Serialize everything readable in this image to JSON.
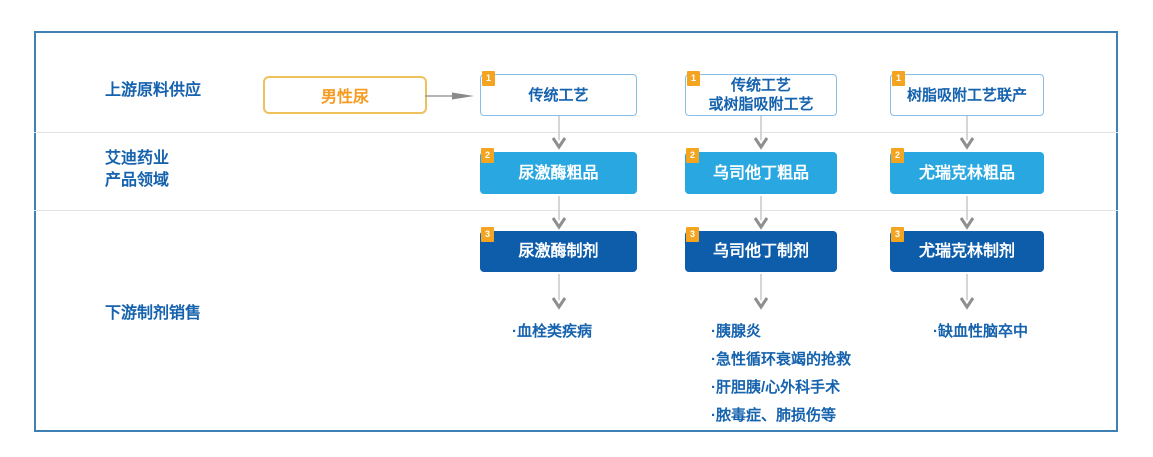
{
  "row_labels": {
    "upstream": "上游原料供应",
    "company": [
      "艾迪药业",
      "产品领域"
    ],
    "downstream": "下游制剂销售"
  },
  "source": {
    "label": "男性尿"
  },
  "badges": {
    "row1": "1",
    "row2": "2",
    "row3": "3"
  },
  "columns": [
    {
      "process_line1": "传统工艺",
      "crude": "尿激酶粗品",
      "formulation": "尿激酶制剂",
      "indications": [
        "·血栓类疾病"
      ]
    },
    {
      "process_line1": "传统工艺",
      "process_line2": "或树脂吸附工艺",
      "crude": "乌司他丁粗品",
      "formulation": "乌司他丁制剂",
      "indications": [
        "·胰腺炎",
        "·急性循环衰竭的抢救",
        "·肝胆胰/心外科手术",
        "·脓毒症、肺损伤等"
      ]
    },
    {
      "process_line1": "树脂吸附工艺联产",
      "crude": "尤瑞克林粗品",
      "formulation": "尤瑞克林制剂",
      "indications": [
        "·缺血性脑卒中"
      ]
    }
  ],
  "colors": {
    "frame_border": "#3f81b4",
    "label_text": "#1562ae",
    "process_border": "#88bfe8",
    "crude_bg": "#29a7e0",
    "formulation_bg": "#0d5dab",
    "badge_bg": "#f4a41f",
    "source_border": "#eec15c",
    "source_text": "#f59b22",
    "divider": "#e3e3e3",
    "arrow": "#8f8f8f"
  }
}
